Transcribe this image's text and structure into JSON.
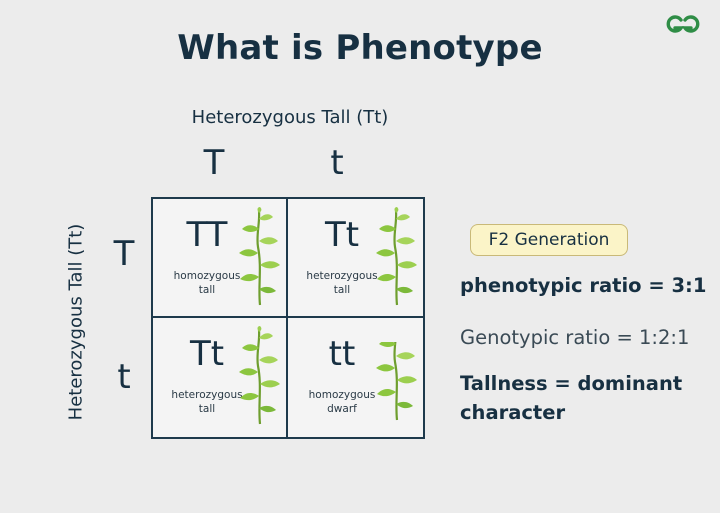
{
  "title": "What is Phenotype",
  "top_parent": "Heterozygous Tall (Tt)",
  "side_parent": "Heterozygous Tall (Tt)",
  "top_alleles": [
    "T",
    "t"
  ],
  "side_alleles": [
    "T",
    "t"
  ],
  "cells": [
    {
      "genotype": "TT",
      "desc_line1": "homozygous",
      "desc_line2": "tall"
    },
    {
      "genotype": "Tt",
      "desc_line1": "heterozygous",
      "desc_line2": "tall"
    },
    {
      "genotype": "Tt",
      "desc_line1": "heterozygous",
      "desc_line2": "tall"
    },
    {
      "genotype": "tt",
      "desc_line1": "homozygous",
      "desc_line2": "dwarf"
    }
  ],
  "badge": "F2 Generation",
  "phenotypic_ratio": "phenotypic ratio = 3:1",
  "genotypic_ratio": "Genotypic ratio = 1:2:1",
  "tallness_line1": "Tallness = dominant",
  "tallness_line2": "character",
  "colors": {
    "logo": "#2f8d46",
    "text": "#173042",
    "badge_fill": "#fbf4c8",
    "plant": "#8cc63f"
  },
  "icons": [
    "gfg-logo-icon",
    "plant-icon"
  ]
}
